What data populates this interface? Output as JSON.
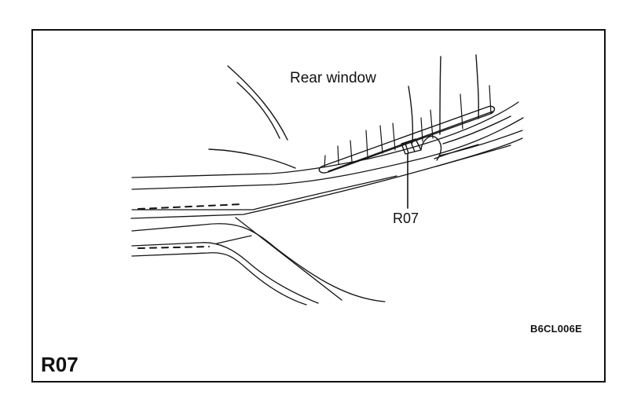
{
  "diagram": {
    "window_label": "Rear window",
    "connector_label": "R07",
    "figure_code": "B6CL006E",
    "title": "R07"
  }
}
